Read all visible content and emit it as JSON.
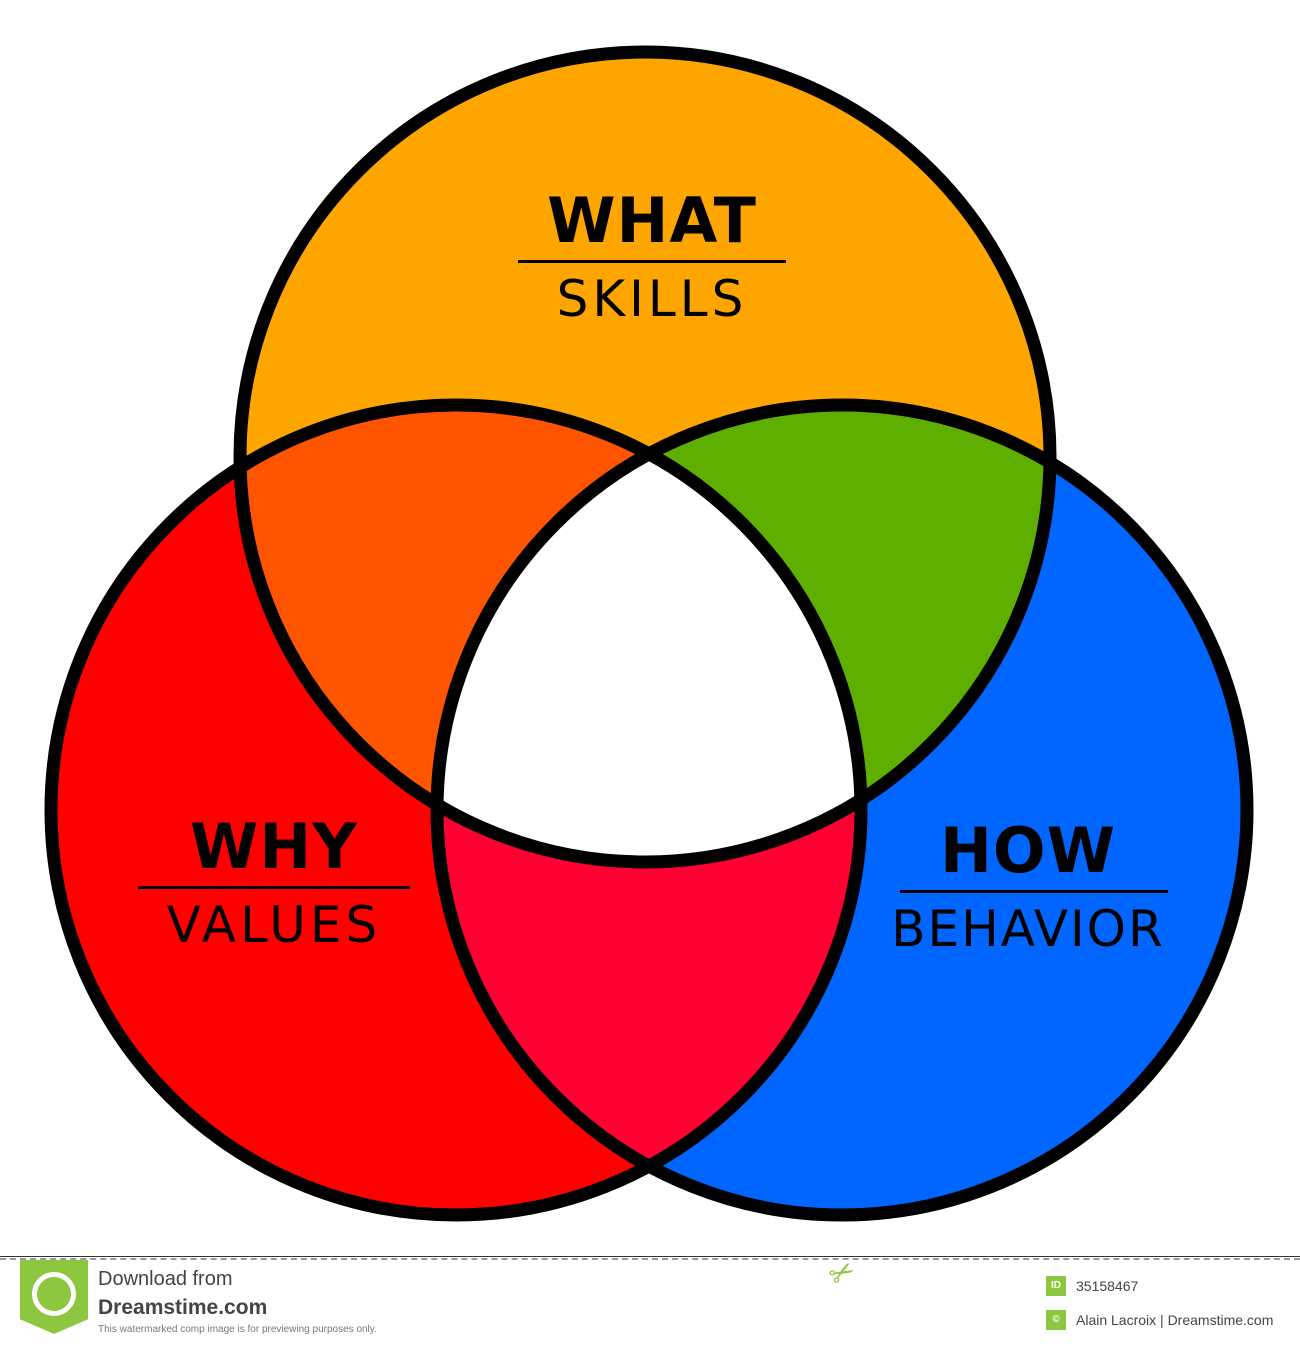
{
  "circles": {
    "top": {
      "title": "WHAT",
      "subtitle": "SKILLS",
      "color": "#FFA500"
    },
    "left": {
      "title": "WHY",
      "subtitle": "VALUES",
      "color": "#FF0000"
    },
    "right": {
      "title": "HOW",
      "subtitle": "BEHAVIOR",
      "color": "#0066FF"
    }
  },
  "overlaps": {
    "top_left": "#FF5500",
    "top_right": "#5FAF00",
    "left_right": "#FF0033",
    "center": "#FFFFFF"
  },
  "footer": {
    "download_line1": "Download from",
    "download_line2": "Dreamstime.com",
    "disclaimer": "This watermarked comp image is for previewing purposes only.",
    "id_badge": "ID",
    "image_id": "35158467",
    "copyright_badge": "©",
    "credit": "Alain Lacroix | Dreamstime.com"
  }
}
